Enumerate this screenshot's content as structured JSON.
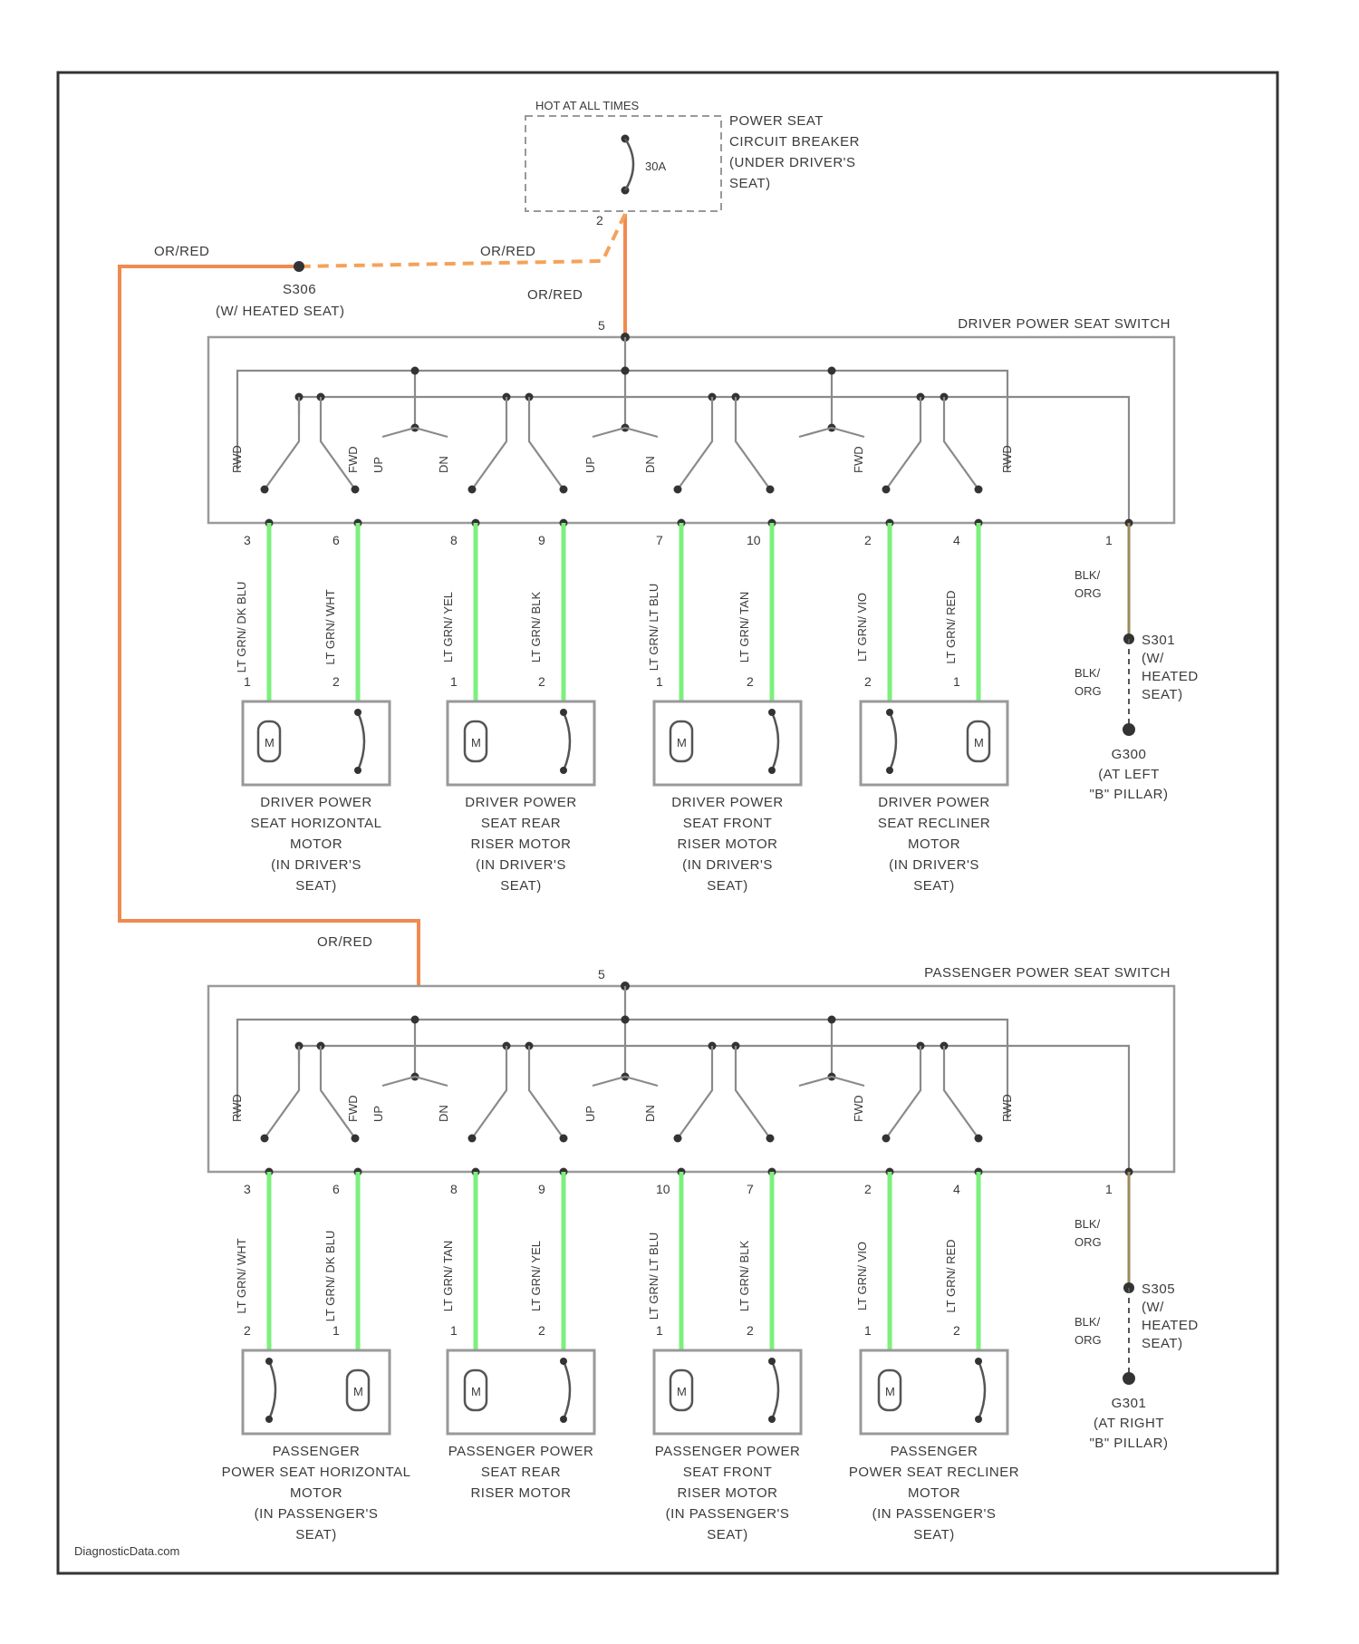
{
  "breaker": {
    "note": "HOT AT ALL TIMES",
    "rating": "30A",
    "name_lines": [
      "POWER SEAT",
      "CIRCUIT BREAKER",
      "(UNDER DRIVER'S",
      "SEAT)"
    ],
    "pin": "2"
  },
  "feed": {
    "wire_left": "OR/RED",
    "wire_mid": "OR/RED",
    "wire_down": "OR/RED",
    "splice_id": "S306",
    "splice_note": "(W/ HEATED SEAT)",
    "wire_passenger": "OR/RED"
  },
  "driver": {
    "switch_name": "DRIVER POWER SEAT SWITCH",
    "feed_pin": "5",
    "contacts": [
      "RWD",
      "FWD",
      "UP",
      "DN",
      "UP",
      "DN",
      "FWD",
      "RWD"
    ],
    "pins": [
      "3",
      "6",
      "8",
      "9",
      "7",
      "10",
      "2",
      "4"
    ],
    "wires": [
      "LT GRN/ DK BLU",
      "LT GRN/ WHT",
      "LT GRN/ YEL",
      "LT GRN/ BLK",
      "LT GRN/ LT BLU",
      "LT GRN/ TAN",
      "LT GRN/ VIO",
      "LT GRN/ RED"
    ],
    "motor_pins": [
      "1",
      "2",
      "1",
      "2",
      "1",
      "2",
      "2",
      "1"
    ],
    "motors": [
      [
        "DRIVER POWER",
        "SEAT HORIZONTAL",
        "MOTOR",
        "(IN DRIVER'S",
        "SEAT)"
      ],
      [
        "DRIVER POWER",
        "SEAT REAR",
        "RISER MOTOR",
        "(IN DRIVER'S",
        "SEAT)"
      ],
      [
        "DRIVER POWER",
        "SEAT FRONT",
        "RISER MOTOR",
        "(IN DRIVER'S",
        "SEAT)"
      ],
      [
        "DRIVER POWER",
        "SEAT RECLINER",
        "MOTOR",
        "(IN DRIVER'S",
        "SEAT)"
      ]
    ],
    "ground_pin": "1",
    "ground_wire": "BLK/ ORG",
    "ground_wire2": "BLK/ ORG",
    "splice_lines": [
      "S301",
      "(W/",
      "HEATED",
      "SEAT)"
    ],
    "ground_lines": [
      "G300",
      "(AT LEFT",
      "\"B\" PILLAR)"
    ]
  },
  "passenger": {
    "switch_name": "PASSENGER POWER SEAT SWITCH",
    "feed_pin": "5",
    "contacts": [
      "RWD",
      "FWD",
      "UP",
      "DN",
      "UP",
      "DN",
      "FWD",
      "RWD"
    ],
    "pins": [
      "3",
      "6",
      "8",
      "9",
      "10",
      "7",
      "2",
      "4"
    ],
    "wires": [
      "LT GRN/ WHT",
      "LT GRN/ DK BLU",
      "LT GRN/ TAN",
      "LT GRN/ YEL",
      "LT GRN/ LT BLU",
      "LT GRN/ BLK",
      "LT GRN/ VIO",
      "LT GRN/ RED"
    ],
    "motor_pins": [
      "2",
      "1",
      "1",
      "2",
      "1",
      "2",
      "1",
      "2"
    ],
    "motors": [
      [
        "PASSENGER",
        "POWER SEAT HORIZONTAL",
        "MOTOR",
        "(IN PASSENGER'S",
        "SEAT)"
      ],
      [
        "PASSENGER POWER",
        "SEAT REAR",
        "RISER MOTOR"
      ],
      [
        "PASSENGER POWER",
        "SEAT FRONT",
        "RISER MOTOR",
        "(IN PASSENGER'S",
        "SEAT)"
      ],
      [
        "PASSENGER",
        "POWER SEAT RECLINER",
        "MOTOR",
        "(IN PASSENGER'S",
        "SEAT)"
      ]
    ],
    "ground_pin": "1",
    "ground_wire": "BLK/ ORG",
    "ground_wire2": "BLK/ ORG",
    "splice_lines": [
      "S305",
      "(W/",
      "HEATED",
      "SEAT)"
    ],
    "ground_lines": [
      "G301",
      "(AT RIGHT",
      "\"B\" PILLAR)"
    ]
  },
  "footer": "DiagnosticData.com",
  "colors": {
    "power_feed": "#f08a50",
    "motor_wire": "#7cf07c",
    "ground_wire": "#9b8a5a"
  }
}
